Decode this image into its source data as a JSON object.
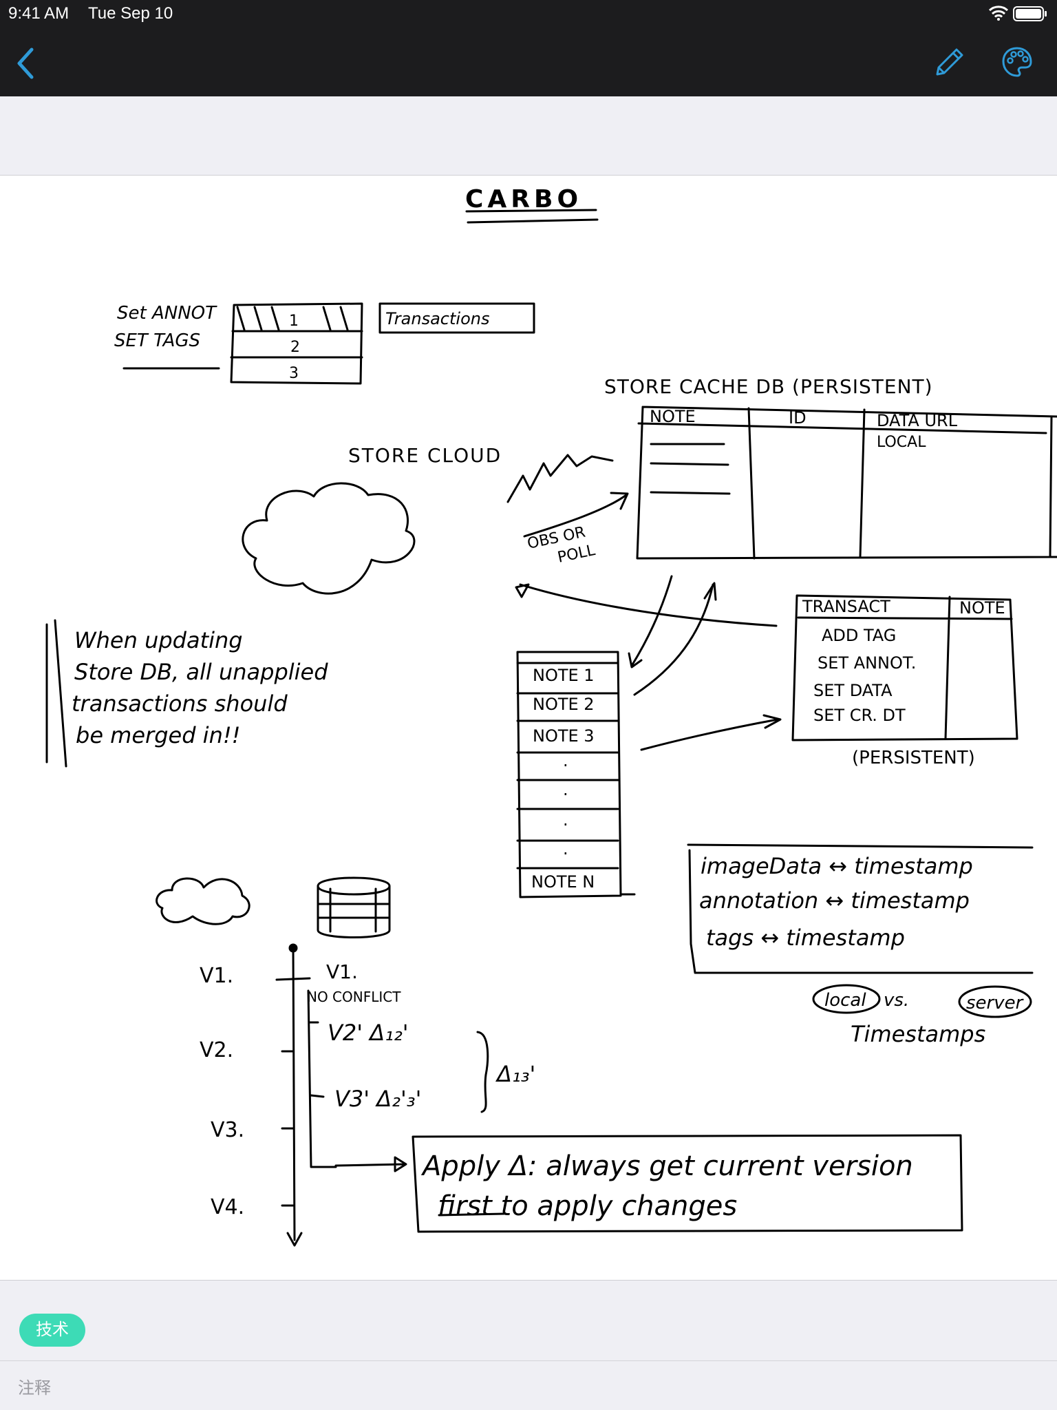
{
  "status_bar": {
    "time": "9:41 AM",
    "date": "Tue Sep 10",
    "icons": [
      "wifi-icon",
      "battery-icon"
    ]
  },
  "nav_bar": {
    "back_icon": "chevron-left-icon",
    "actions": [
      "pencil-icon",
      "palette-icon"
    ],
    "accent_color": "#2f9bd8"
  },
  "sketch": {
    "title": "CARBO",
    "transactions_stack": {
      "left_labels": [
        "Set ANNOT",
        "SET TAGS"
      ],
      "rows": [
        "1",
        "2",
        "3"
      ],
      "box_label": "Transactions"
    },
    "store_cloud_label": "STORE CLOUD",
    "store_db_label": "STORE CACHE DB (PERSISTENT)",
    "store_db_columns": [
      "NOTE",
      "ID",
      "DATA URL"
    ],
    "store_db_extra": "LOCAL",
    "obs_label_1": "OBS OR",
    "obs_label_2": "POLL",
    "note_text": [
      "When updating",
      "Store DB, all unapplied",
      "transactions should",
      "be merged in!!"
    ],
    "notes_list": [
      "NOTE 1",
      "NOTE 2",
      "NOTE 3",
      ".",
      ".",
      ".",
      ".",
      "NOTE N"
    ],
    "transact_table": {
      "headers": [
        "TRANSACT",
        "NOTE"
      ],
      "rows": [
        "ADD TAG",
        "SET ANNOT.",
        "SET DATA",
        "SET CR. DT"
      ],
      "footer": "(PERSISTENT)"
    },
    "timestamps_box": [
      "imageData ↔ timestamp",
      "annotation ↔ timestamp",
      "tags ↔ timestamp"
    ],
    "local_vs_server": [
      "local",
      "vs.",
      "server"
    ],
    "timestamps_label": "Timestamps",
    "versions_left": [
      "V1.",
      "V2.",
      "V3.",
      "V4."
    ],
    "versions_right": [
      "V1.",
      "NO CONFLICT",
      "V2'  Δ₁₂'",
      "V3'  Δ₂'₃'",
      "Δ₁₃'"
    ],
    "apply_box": [
      "Apply Δ: always get current version",
      "first  to apply changes"
    ]
  },
  "footer": {
    "tag_label": "技术",
    "tag_color": "#3ddbb6",
    "annotation_placeholder": "注释"
  }
}
